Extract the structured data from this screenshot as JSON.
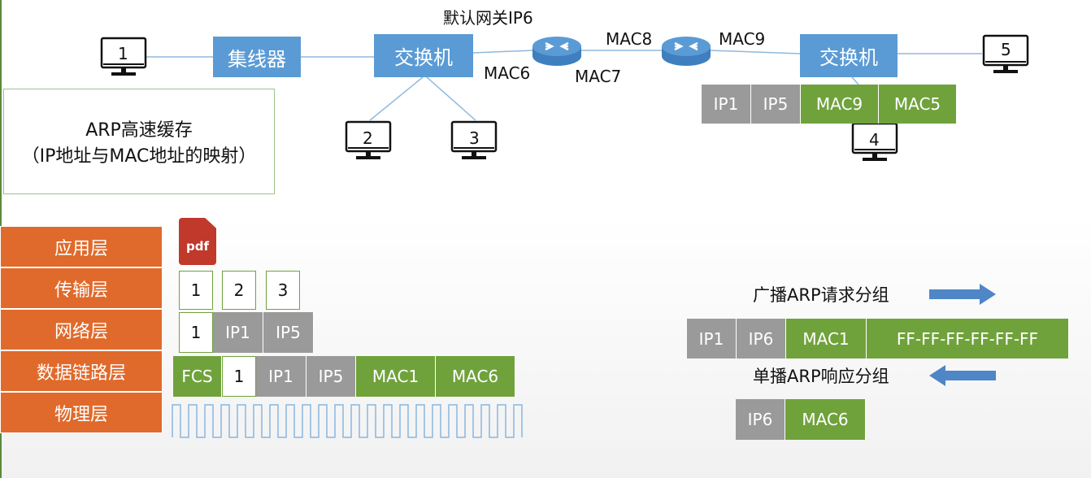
{
  "network": {
    "hub_label": "集线器",
    "switch_left_label": "交换机",
    "switch_right_label": "交换机",
    "gateway_label": "默认网关IP6",
    "mac6": "MAC6",
    "mac7": "MAC7",
    "mac8": "MAC8",
    "mac9": "MAC9",
    "hosts": [
      "1",
      "2",
      "3",
      "4",
      "5"
    ]
  },
  "arp_cache": {
    "line1": "ARP高速缓存",
    "line2": "（IP地址与MAC地址的映射）"
  },
  "top_frame": [
    "IP1",
    "IP5",
    "MAC9",
    "MAC5"
  ],
  "layers": [
    "应用层",
    "传输层",
    "网络层",
    "数据链路层",
    "物理层"
  ],
  "pdf_label": "pdf",
  "transport_segments": [
    "1",
    "2",
    "3"
  ],
  "network_packet": [
    "1",
    "IP1",
    "IP5"
  ],
  "datalink_frame": [
    "FCS",
    "1",
    "IP1",
    "IP5",
    "MAC1",
    "MAC6"
  ],
  "broadcast": {
    "label": "广播ARP请求分组",
    "fields": [
      "IP1",
      "IP6",
      "MAC1",
      "FF-FF-FF-FF-FF-FF"
    ]
  },
  "unicast": {
    "label": "单播ARP响应分组",
    "fields": [
      "IP6",
      "MAC6"
    ]
  },
  "colors": {
    "switch": "#5b9bd5",
    "layer": "#e06a2b",
    "mac_green": "#70a23c",
    "ip_gray": "#9a9a9a",
    "arrow": "#4f86c6"
  }
}
